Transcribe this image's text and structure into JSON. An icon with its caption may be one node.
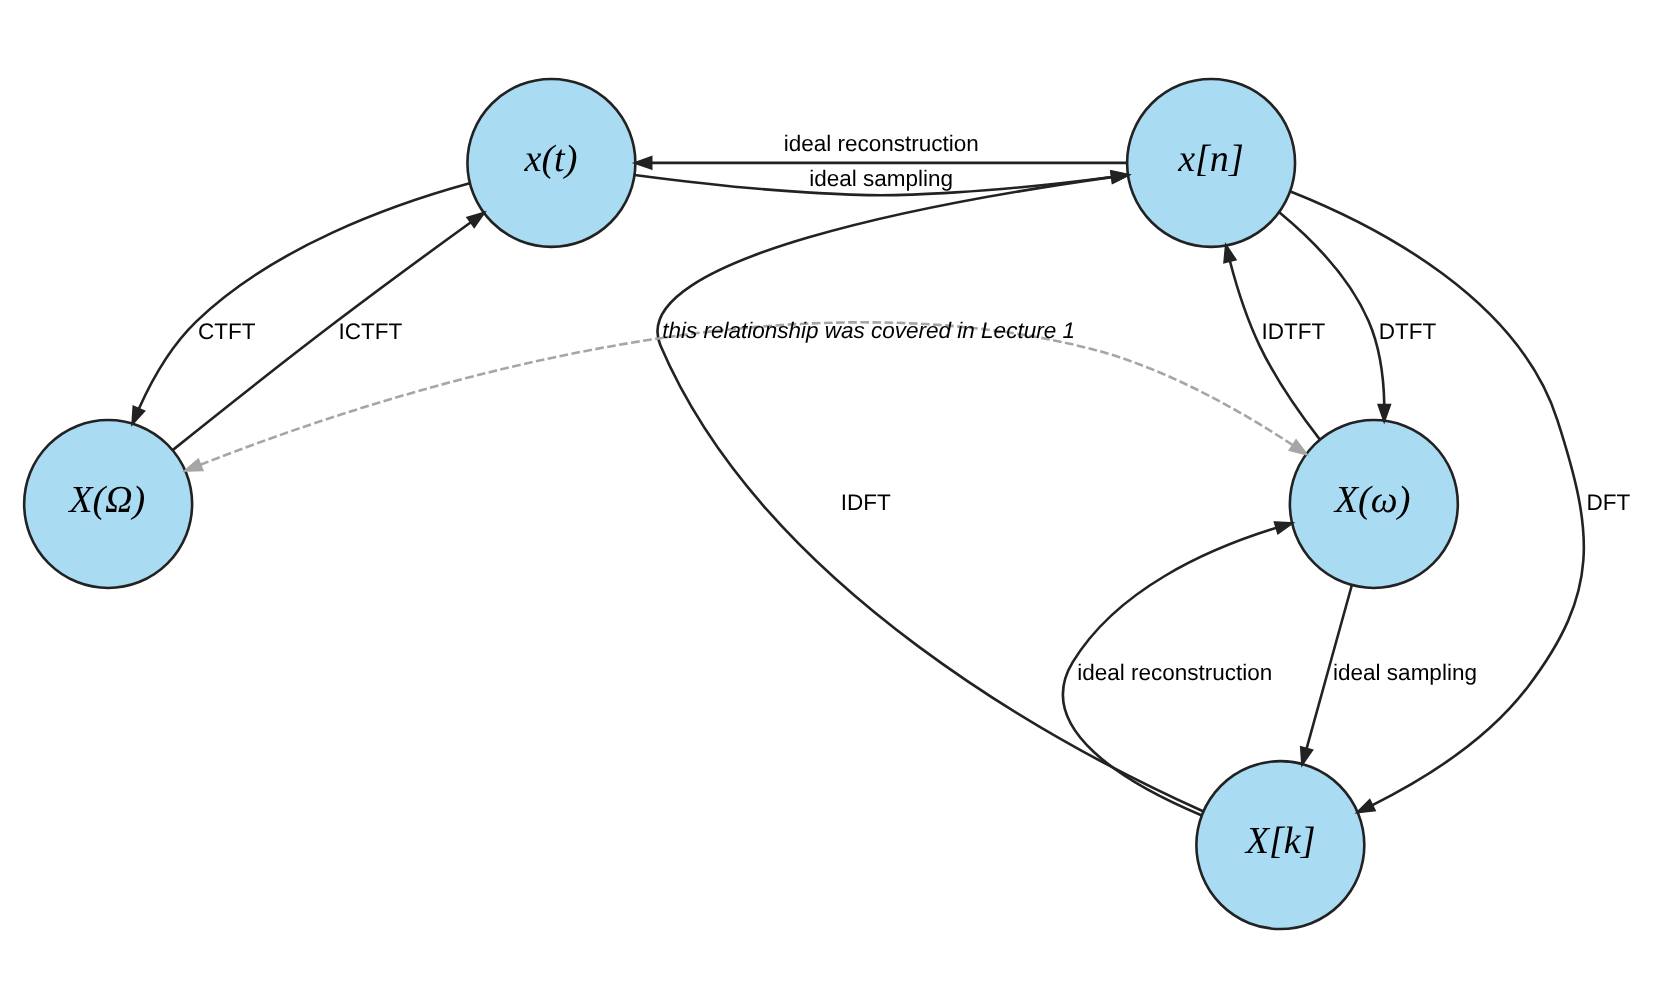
{
  "diagram": {
    "nodes": [
      {
        "text": [
          "x(t)"
        ]
      },
      {
        "text": [
          "x[n]"
        ]
      },
      {
        "text": [
          "X[k]"
        ]
      },
      {
        "text": [
          "X(Ω)"
        ]
      },
      {
        "text": [
          "X(ω)"
        ]
      }
    ],
    "edges": [
      {
        "from": 0,
        "to": 1,
        "arrow": "to",
        "label": "ideal sampling"
      },
      {
        "from": 1,
        "to": 0,
        "arrow": "to",
        "label": "ideal reconstruction"
      },
      {
        "from": 1,
        "to": 2,
        "arrow": "to",
        "label": "DFT"
      },
      {
        "from": 2,
        "to": 1,
        "arrow": "to",
        "label": "IDFT"
      },
      {
        "from": 3,
        "to": 0,
        "arrow": "to",
        "label": "ICTFT"
      },
      {
        "from": 0,
        "to": 3,
        "arrow": "to",
        "label": "CTFT"
      },
      {
        "from": 4,
        "to": 1,
        "arrow": "to",
        "label": "IDTFT"
      },
      {
        "from": 1,
        "to": 4,
        "arrow": "to",
        "label": "DTFT"
      },
      {
        "from": 4,
        "to": 2,
        "arrow": "to",
        "label": "ideal sampling"
      },
      {
        "from": 2,
        "to": 4,
        "arrow": "to",
        "label": "ideal reconstruction"
      },
      {
        "from": 3,
        "to": 4,
        "arrow": "both",
        "style": "dashed",
        "color": "#a6a6a6",
        "label": "this relationship was covered in Lecture 1"
      }
    ]
  }
}
